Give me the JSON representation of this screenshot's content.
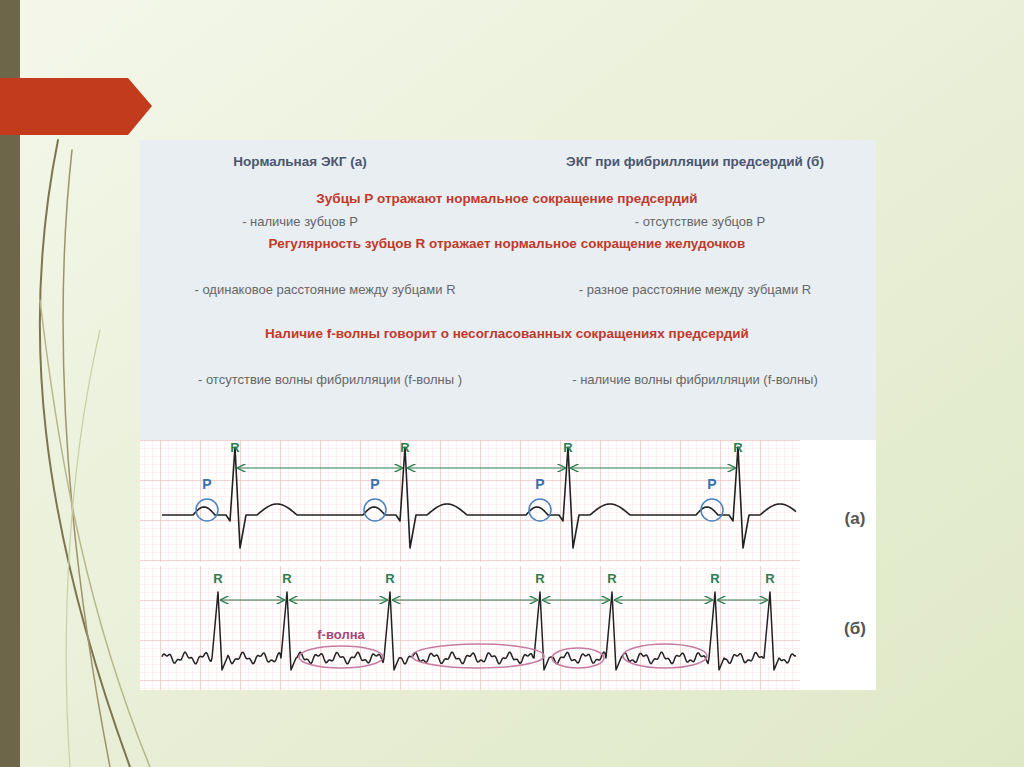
{
  "diagram": {
    "nodes": [
      {
        "text": [
          "P"
        ]
      },
      {
        "text": [
          "P"
        ]
      },
      {
        "text": [
          "P"
        ]
      },
      {
        "text": [
          "P"
        ]
      },
      {
        "text": [
          "f-волна"
        ]
      }
    ],
    "labels": [
      "Нормальная ЭКГ (а)",
      "ЭКГ при фибрилляции предсердий (б)",
      "Зубцы Р отражают нормальное сокращение предсердий",
      "- наличие зубцов Р",
      "- отсутствие зубцов Р",
      "Регулярность зубцов R отражает нормальное сокращение желудочков",
      "- одинаковое расстояние между зубцами R",
      "- разное расстояние между зубцами R",
      "Наличие f-волны говорит о несогласованных сокращениях предсердий",
      "- отсутствие волны фибрилляции (f-волны )",
      "- наличие волны фибрилляции (f-волны)",
      "R",
      "R",
      "R",
      "R",
      "(а)",
      "R",
      "R",
      "R",
      "R",
      "R",
      "R",
      "R",
      "(б)"
    ]
  }
}
